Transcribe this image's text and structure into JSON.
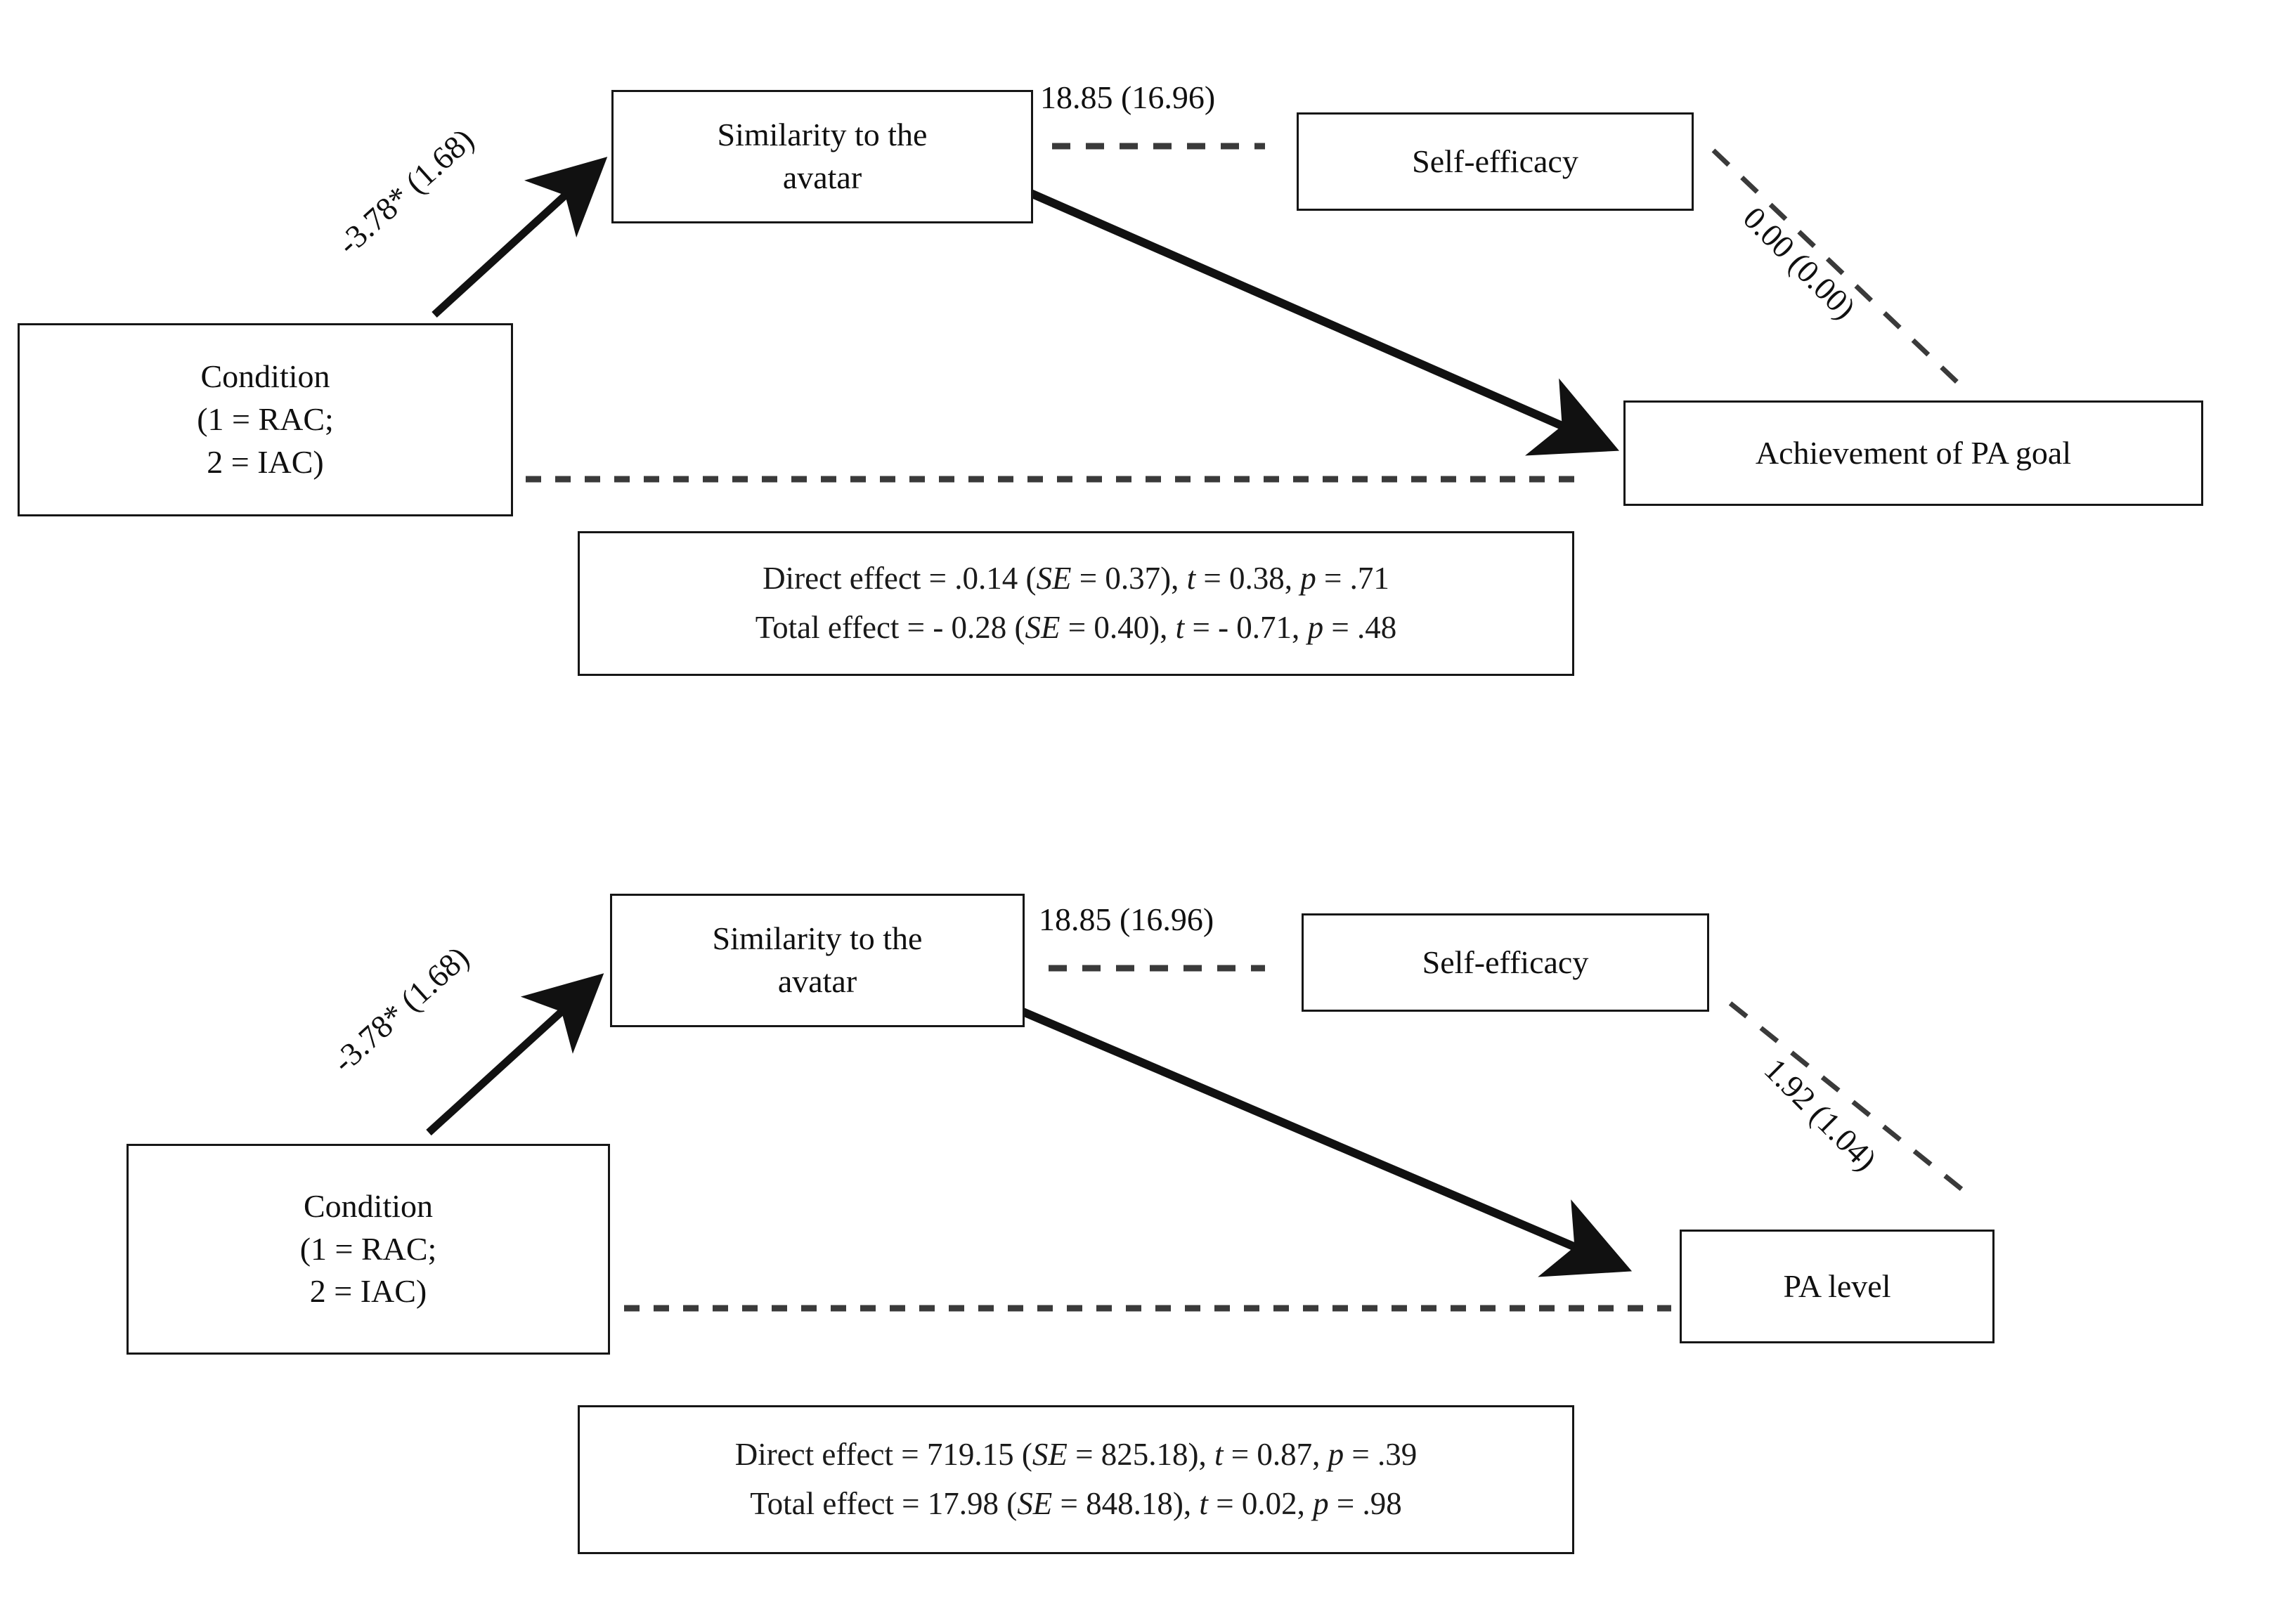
{
  "figure": {
    "type": "diagram",
    "description": "Two parallel mediation path models",
    "models": [
      {
        "id": "model-top",
        "outcome": "Achievement of PA goal",
        "nodes": {
          "predictor": {
            "title": "Condition",
            "line2": "(1 = RAC;",
            "line3": "2 = IAC)"
          },
          "mediator1": {
            "line1": "Similarity to the",
            "line2": "avatar"
          },
          "mediator2": {
            "label": "Self-efficacy"
          },
          "outcome": {
            "label": "Achievement of PA goal"
          }
        },
        "paths": {
          "condition_to_similarity": "-3.78* (1.68)",
          "similarity_to_selfefficacy": "18.85 (16.96)",
          "selfefficacy_to_outcome": "0.00 (0.00)"
        },
        "effects": {
          "direct_prefix": "Direct effect = .0.14 (",
          "direct_se_label": "SE",
          "direct_mid": " = 0.37), ",
          "direct_t_label": "t",
          "direct_t_value": " = 0.38, ",
          "direct_p_label": "p",
          "direct_p_value": " = .71",
          "total_prefix": "Total effect = - 0.28 (",
          "total_se_label": "SE",
          "total_mid": " = 0.40), ",
          "total_t_label": "t",
          "total_t_value": " = - 0.71, ",
          "total_p_label": "p",
          "total_p_value": " = .48"
        }
      },
      {
        "id": "model-bottom",
        "outcome": "PA level",
        "nodes": {
          "predictor": {
            "title": "Condition",
            "line2": "(1 = RAC;",
            "line3": "2 = IAC)"
          },
          "mediator1": {
            "line1": "Similarity to the",
            "line2": "avatar"
          },
          "mediator2": {
            "label": "Self-efficacy"
          },
          "outcome": {
            "label": "PA level"
          }
        },
        "paths": {
          "condition_to_similarity": "-3.78* (1.68)",
          "similarity_to_selfefficacy": "18.85 (16.96)",
          "selfefficacy_to_outcome": "1.92 (1.04)"
        },
        "effects": {
          "direct_prefix": "Direct effect = 719.15 (",
          "direct_se_label": "SE",
          "direct_mid": " = 825.18), ",
          "direct_t_label": "t",
          "direct_t_value": " = 0.87, ",
          "direct_p_label": "p",
          "direct_p_value": " = .39",
          "total_prefix": "Total effect = 17.98 (",
          "total_se_label": "SE",
          "total_mid": " = 848.18), ",
          "total_t_label": "t",
          "total_t_value": " = 0.02, ",
          "total_p_label": "p",
          "total_p_value": " = .98"
        }
      }
    ],
    "colors": {
      "stroke": "#161616",
      "text": "#101010",
      "background": "#ffffff"
    }
  }
}
